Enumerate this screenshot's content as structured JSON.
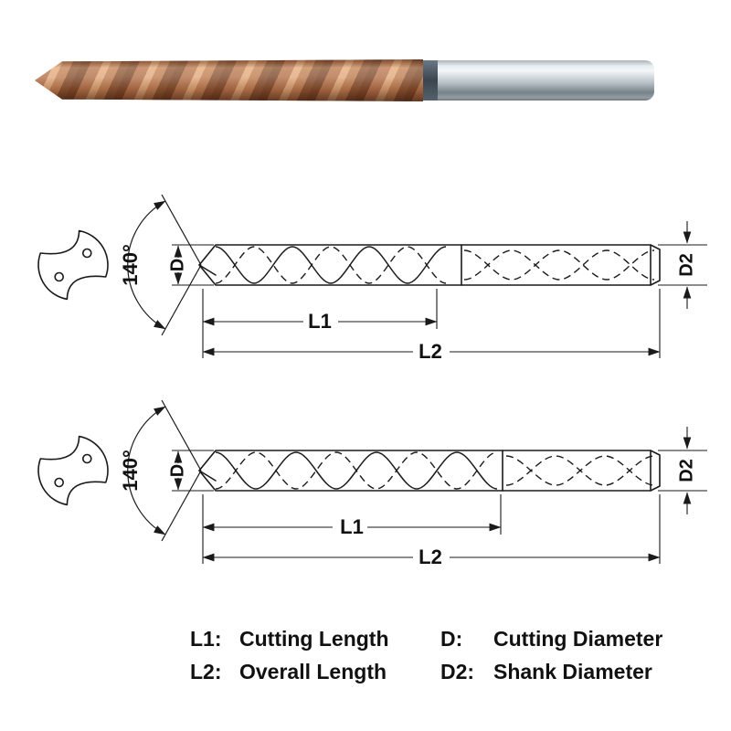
{
  "diagram": {
    "point_angle": "140°",
    "labels": {
      "d": "D",
      "d2": "D2",
      "l1": "L1",
      "l2": "L2"
    }
  },
  "legend": {
    "rows": [
      {
        "c1": "L1:",
        "c2": "Cutting Length",
        "c3": "D:",
        "c4": "Cutting Diameter"
      },
      {
        "c1": "L2:",
        "c2": "Overall Length",
        "c3": "D2:",
        "c4": "Shank Diameter"
      }
    ]
  },
  "colors": {
    "flute_bronze": "#b5744e",
    "shank_gray": "#9aa3a9",
    "collar_steel": "#46525c",
    "line": "#1a1a1a"
  }
}
